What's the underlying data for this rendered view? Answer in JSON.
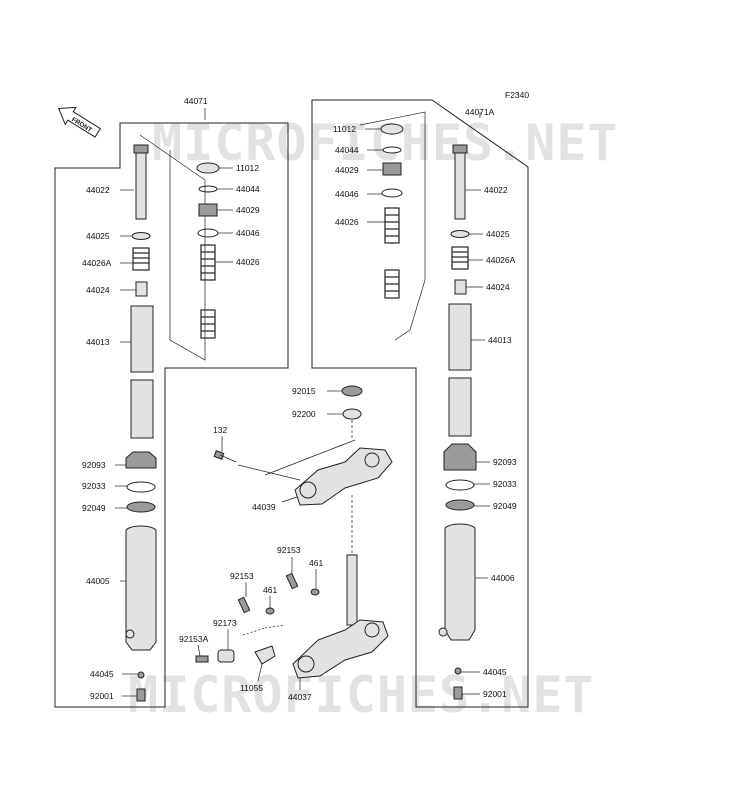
{
  "diagram": {
    "code": "F2340",
    "front_arrow_text": "FRONT",
    "watermark": "MICROFICHES.NET",
    "labels": {
      "l44071": "44071",
      "l44071a": "44071A",
      "l11012_l": "11012",
      "l44044_l": "44044",
      "l44029_l": "44029",
      "l44046_l": "44046",
      "l44026_l": "44026",
      "l44022_l": "44022",
      "l44025_l": "44025",
      "l44026a_l": "44026A",
      "l44024_l": "44024",
      "l44013_l": "44013",
      "l92093_l": "92093",
      "l92033_l": "92033",
      "l92049_l": "92049",
      "l44005": "44005",
      "l44045_l": "44045",
      "l92001_l": "92001",
      "l11012_r": "11012",
      "l44044_r": "44044",
      "l44029_r": "44029",
      "l44046_r": "44046",
      "l44026_r": "44026",
      "l44022_r": "44022",
      "l44025_r": "44025",
      "l44026a_r": "44026A",
      "l44024_r": "44024",
      "l44013_r": "44013",
      "l92093_r": "92093",
      "l92033_r": "92033",
      "l92049_r": "92049",
      "l44006": "44006",
      "l44045_r": "44045",
      "l92001_r": "92001",
      "l92015": "92015",
      "l92200": "92200",
      "l132": "132",
      "l44039": "44039",
      "l92153_a": "92153",
      "l92153_b": "92153",
      "l461_a": "461",
      "l461_b": "461",
      "l92173": "92173",
      "l92153a": "92153A",
      "l11055": "11055",
      "l44037": "44037"
    }
  }
}
